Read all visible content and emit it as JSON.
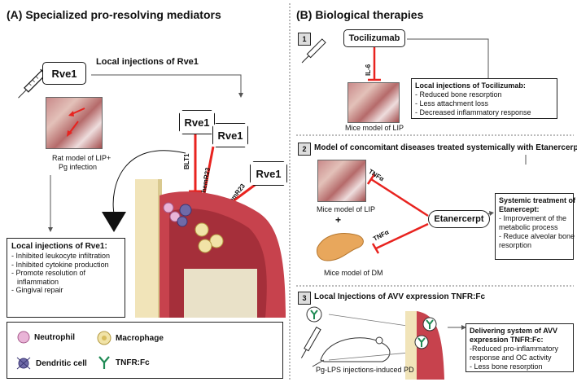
{
  "panel_a": {
    "title": "(A) Specialized pro-resolving mediators",
    "local_injections_label": "Local injections of Rve1",
    "rve1_syringe_label": "Rve1",
    "rve1_label": "Rve1",
    "receptor_blt1": "BLT1",
    "receptor_chemr23": "chemR23",
    "model_caption_1": "Rat model of LIP+",
    "model_caption_2": "Pg infection",
    "effects_box": {
      "title": "Local injections of Rve1:",
      "items": [
        "Inhibited leukocyte infiltration",
        "Inhibited cytokine production",
        "Promote resolution of",
        "inflammation",
        "Gingival repair"
      ]
    },
    "legend": {
      "neutrophil": "Neutrophil",
      "macrophage": "Macrophage",
      "dendritic": "Dendritic cell",
      "tnfr": "TNFR:Fc"
    }
  },
  "panel_b": {
    "title": "(B) Biological therapies",
    "section1": {
      "number": "1",
      "drug": "Tocilizumab",
      "target": "IL-6",
      "model": "Mice model of LIP",
      "box_title": "Local injections  of Tocilizumab:",
      "items": [
        "- Reduced bone resorption",
        "- Less attachment loss",
        "- Decreased inflammatory response"
      ]
    },
    "section2": {
      "number": "2",
      "title": "Model of concomitant diseases treated systemically with Etanercerpt:",
      "drug": "Etanercerpt",
      "target": "TNFα",
      "model_lip": "Mice model of LIP",
      "plus": "+",
      "model_dm": "Mice model of DM",
      "box_title_1": "Systemic    treatment    of",
      "box_title_2": "Etanercept:",
      "items": [
        "-       Improvement      of      the",
        "metabolic process",
        "-   Reduce   alveolar   bone",
        "resorption"
      ]
    },
    "section3": {
      "number": "3",
      "title": "Local Injections of AVV expression TNFR:Fc",
      "model": "Pg-LPS injections-induced PD",
      "box_title_1": "Delivering system of AVV",
      "box_title_2": "expression TNFR:Fc:",
      "items": [
        "-Reduced  pro-inflammatory",
        "response and OC activity",
        "- Less bone resorption"
      ]
    }
  },
  "colors": {
    "inhibit": "#e8231f",
    "gum": "#c7424d",
    "tooth": "#f1e4b9",
    "panel_border": "#888888"
  }
}
